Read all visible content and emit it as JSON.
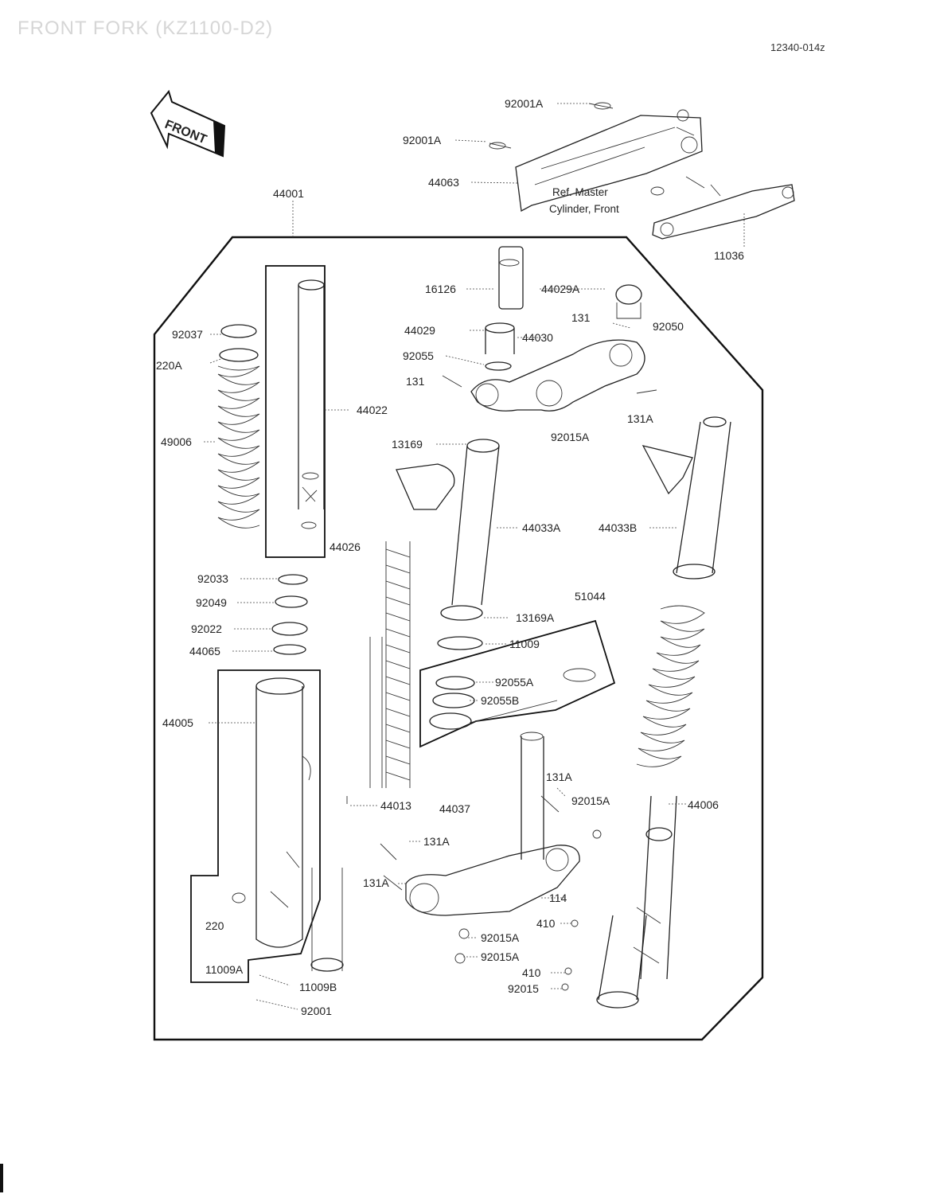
{
  "page": {
    "title": "FRONT FORK (KZ1100-D2)",
    "ref_code": "12340-014z"
  },
  "front_arrow": {
    "text": "FRONT"
  },
  "note_master_cylinder": {
    "line1": "Ref. Master",
    "line2": "Cylinder, Front"
  },
  "labels": {
    "p92001A_top": "92001A",
    "p92001A_mid": "92001A",
    "p44063": "44063",
    "p11036": "11036",
    "p44001": "44001",
    "p16126": "16126",
    "p44029A": "44029A",
    "p44029": "44029",
    "p131_top": "131",
    "p92050": "92050",
    "p44030": "44030",
    "p92055": "92055",
    "p131": "131",
    "p131A_top": "131A",
    "p92015A_top": "92015A",
    "p92037": "92037",
    "p220A": "220A",
    "p44022": "44022",
    "p49006": "49006",
    "p13169": "13169",
    "p44033A": "44033A",
    "p44033B": "44033B",
    "p44026": "44026",
    "p92033": "92033",
    "p92049": "92049",
    "p92022": "92022",
    "p44065": "44065",
    "p51044": "51044",
    "p13169A": "13169A",
    "p11009": "11009",
    "p92055A": "92055A",
    "p92055B": "92055B",
    "p44005": "44005",
    "p44013": "44013",
    "p44037": "44037",
    "p131A_r": "131A",
    "p92015A_r": "92015A",
    "p44006": "44006",
    "p131A_l": "131A",
    "p131A_ll": "131A",
    "p114": "114",
    "p410_a": "410",
    "p92015A_b1": "92015A",
    "p92015A_b2": "92015A",
    "p410_b": "410",
    "p92015": "92015",
    "p220": "220",
    "p11009A": "11009A",
    "p11009B": "11009B",
    "p92001": "92001"
  }
}
